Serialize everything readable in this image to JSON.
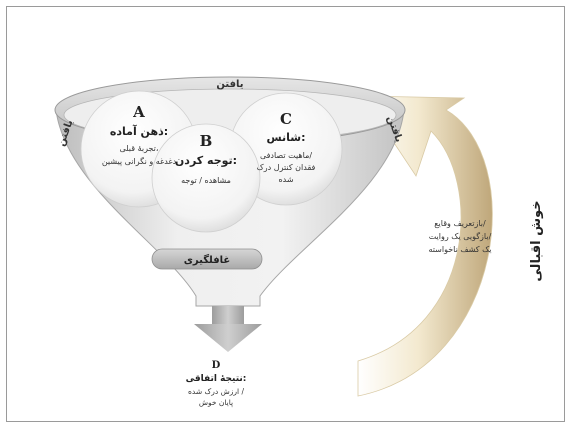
{
  "funnel": {
    "rim_top_label": "یافتن",
    "rim_left_label": "یافتن",
    "rim_right_label": "یافتن",
    "neck_label": "غافلگیری"
  },
  "circles": [
    {
      "letter": "A",
      "title": "ذهن آماده:",
      "lines": [
        "تجربۀ قبلی،",
        "دغدغه و نگرانی پیشین"
      ]
    },
    {
      "letter": "B",
      "title": "توجه کردن:",
      "lines": [
        "مشاهده / توجه"
      ]
    },
    {
      "letter": "C",
      "title": "شانس:",
      "lines": [
        "ماهیت تصادفی/",
        "فقدان کنترل درک",
        "شده"
      ]
    }
  ],
  "outcome": {
    "letter": "D",
    "title": "نتیجۀ اتفاقی:",
    "lines": [
      "ارزش درک شده /",
      "پایان خوش"
    ]
  },
  "arrow_side": {
    "title": "خوش اقبالی",
    "lines": [
      "بازتعریف وقایع/",
      "بازگویی یک روایت/",
      "یک کشف ناخواسته"
    ]
  },
  "colors": {
    "funnel_light": "#f2f2f2",
    "funnel_dark": "#c8c8c8",
    "circle": "#fafafa",
    "arrow_light": "#f7efd9",
    "arrow_dark": "#c9b48a",
    "frame": "#9a9a9a"
  }
}
